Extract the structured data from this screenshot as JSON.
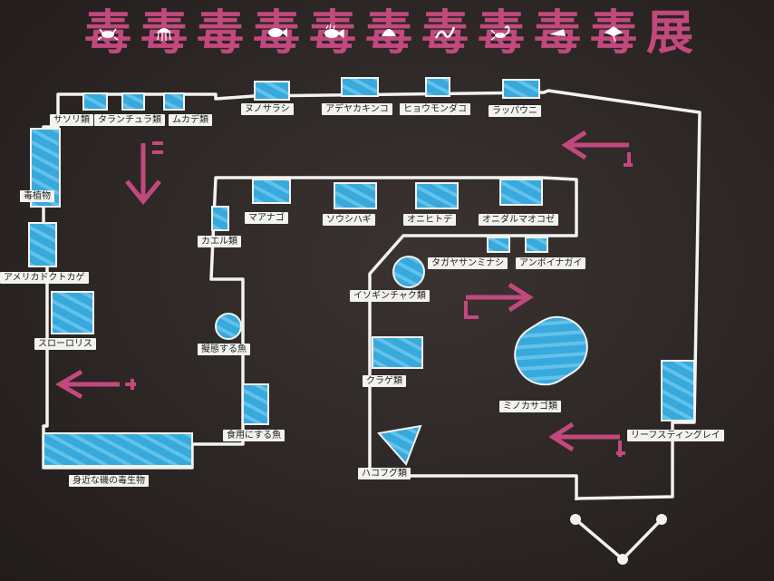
{
  "title": {
    "chars": [
      "毒",
      "毒",
      "毒",
      "毒",
      "毒",
      "毒",
      "毒",
      "毒",
      "毒",
      "毒",
      "展"
    ]
  },
  "colors": {
    "accent": "#c2497e",
    "tank": "#38a9dc",
    "tank_stripe": "#63c2ea",
    "wall": "#f2f2f0",
    "background": "#2b2524"
  },
  "icons": [
    "crab-icon",
    "jellyfish-icon",
    "",
    "fish-icon",
    "spiny-fish-icon",
    "shell-icon",
    "sea-snake-icon",
    "scorpion-icon",
    "cone-shell-icon",
    "stingray-icon",
    ""
  ],
  "labels": {
    "sasori": "サソリ類",
    "tarantula": "タランチュラ類",
    "mukade": "ムカデ類",
    "nunosarashi": "ヌノサラシ",
    "adeyakakingo": "アデヤカキンコ",
    "hyoumondako": "ヒョウモンダコ",
    "rappauni": "ラッパウニ",
    "dokushokubutsu": "毒植物",
    "americadokutokage": "アメリカドクトカゲ",
    "slowloris": "スローロリス",
    "mimichikanosudokunoikimono": "身近な磯の毒生物",
    "kaeru": "カエル類",
    "maanago": "マアナゴ",
    "soushihagi": "ソウシハギ",
    "onihitode": "オニヒトデ",
    "onidarumaokoze": "オニダルマオコゼ",
    "tagayasanminashi": "タガヤサンミナシ",
    "anboinagai": "アンボイナガイ",
    "isoginchaku": "イソギンチャク類",
    "gitaisurusakana": "擬態する魚",
    "kurage": "クラゲ類",
    "minokasago": "ミノカサゴ類",
    "shokuyounisurusakana": "食用にする魚",
    "leafstingray": "リーフスティングレイ",
    "hakofugu": "ハコフグ類"
  }
}
